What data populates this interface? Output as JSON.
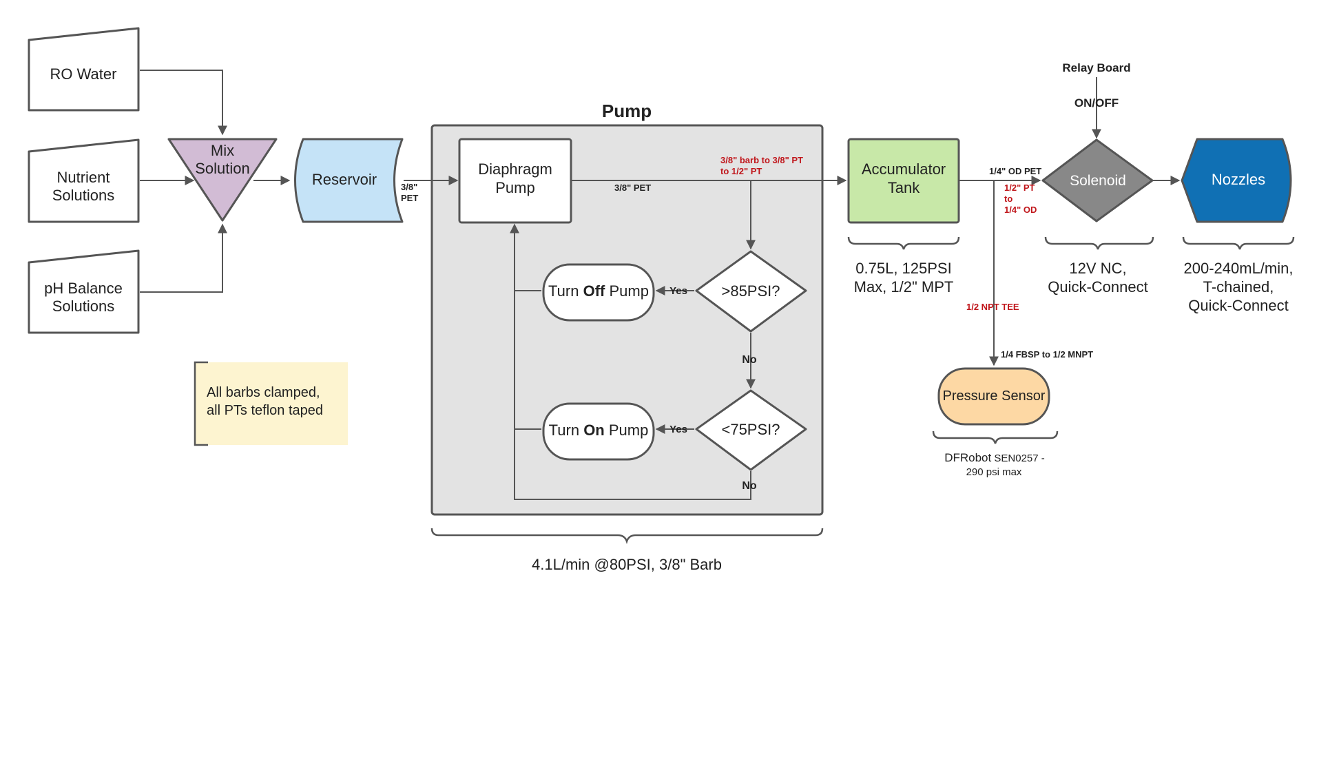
{
  "title": "Pump",
  "colors": {
    "mix": "#d2bcd5",
    "reservoir": "#c5e3f7",
    "accumulator": "#c8e8a8",
    "solenoid": "#888888",
    "nozzles": "#1070b4",
    "sensor": "#fdd8a4",
    "note": "#fdf4d0",
    "group": "#e3e3e3",
    "red_label": "#c0161b"
  },
  "nodes": {
    "ro_water": "RO Water",
    "nutrient": [
      "Nutrient",
      "Solutions"
    ],
    "ph": [
      "pH Balance",
      "Solutions"
    ],
    "mix": [
      "Mix",
      "Solution"
    ],
    "reservoir": "Reservoir",
    "diaphragm": [
      "Diaphragm",
      "Pump"
    ],
    "turn_off": {
      "a": "Turn ",
      "b": "Off",
      "c": " Pump"
    },
    "turn_on": {
      "a": "Turn ",
      "b": "On",
      "c": " Pump"
    },
    "gt85": ">85PSI?",
    "lt75": "<75PSI?",
    "accumulator": [
      "Accumulator",
      "Tank"
    ],
    "relay": "Relay Board",
    "solenoid": "Solenoid",
    "nozzles": "Nozzles",
    "sensor": "Pressure Sensor"
  },
  "note": [
    "All barbs clamped,",
    "all PTs teflon taped"
  ],
  "edge_labels": {
    "pet_reservoir": [
      "3/8\"",
      "PET"
    ],
    "pet_pump": "3/8\" PET",
    "barb_adapter": [
      "3/8\" barb to 3/8\" PT",
      "to 1/2\" PT"
    ],
    "od_pet": "1/4\" OD PET",
    "pt_od": [
      "1/2\" PT",
      "to",
      "1/4\" OD"
    ],
    "tee": "1/2 NPT TEE",
    "fbsp": "1/4 FBSP to 1/2 MNPT",
    "on_off": "ON/OFF",
    "yes1": "Yes",
    "yes2": "Yes",
    "no1": "No",
    "no2": "No"
  },
  "specs": {
    "pump": "4.1L/min @80PSI, 3/8\" Barb",
    "accumulator": [
      "0.75L, 125PSI",
      "Max, 1/2\" MPT"
    ],
    "solenoid": [
      "12V NC,",
      "Quick-Connect"
    ],
    "nozzles": [
      "200-240mL/min,",
      "T-chained,",
      "Quick-Connect"
    ],
    "sensor": {
      "brand": "DFRobot",
      "model": " SEN0257 -",
      "line2": "290 psi max"
    }
  }
}
